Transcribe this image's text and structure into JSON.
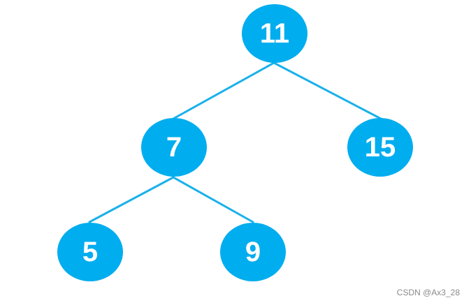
{
  "tree": {
    "node_color": "#00adef",
    "edge_color": "#1ab1ea",
    "label_color": "#ffffff",
    "nodes": [
      {
        "id": "n11",
        "label": "11"
      },
      {
        "id": "n7",
        "label": "7"
      },
      {
        "id": "n15",
        "label": "15"
      },
      {
        "id": "n5",
        "label": "5"
      },
      {
        "id": "n9",
        "label": "9"
      }
    ],
    "edges": [
      {
        "from": "n11",
        "to": "n7"
      },
      {
        "from": "n11",
        "to": "n15"
      },
      {
        "from": "n7",
        "to": "n5"
      },
      {
        "from": "n7",
        "to": "n9"
      }
    ]
  },
  "watermark": {
    "text": "CSDN @Ax3_28"
  }
}
